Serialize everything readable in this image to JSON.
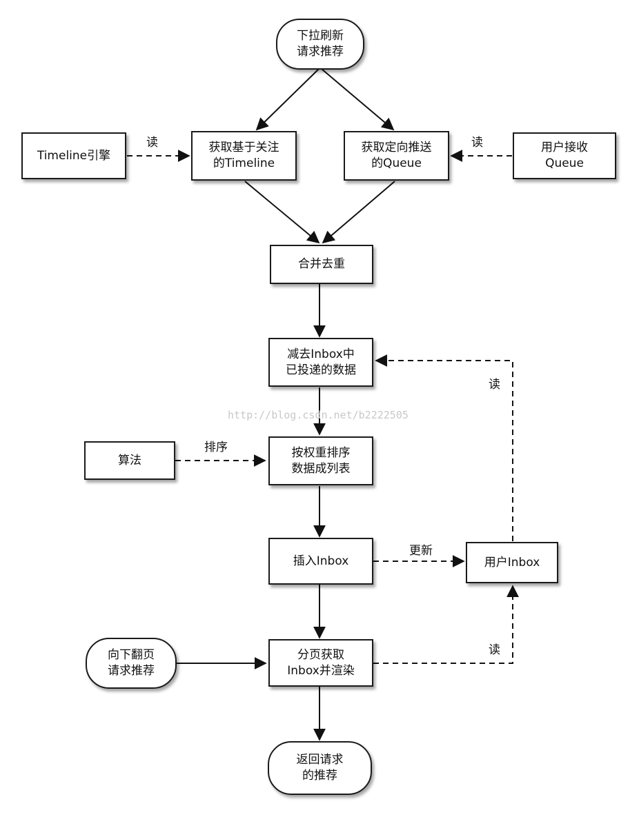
{
  "nodes": {
    "pull_refresh": [
      "下拉刷新",
      "请求推荐"
    ],
    "timeline_engine": [
      "Timeline引擎"
    ],
    "get_timeline": [
      "获取基于关注",
      "的Timeline"
    ],
    "get_queue": [
      "获取定向推送",
      "的Queue"
    ],
    "user_queue": [
      "用户接收",
      "Queue"
    ],
    "merge_dedup": [
      "合并去重"
    ],
    "subtract_inbox": [
      "减去Inbox中",
      "已投递的数据"
    ],
    "algorithm": [
      "算法"
    ],
    "sort_list": [
      "按权重排序",
      "数据成列表"
    ],
    "insert_inbox": [
      "插入Inbox"
    ],
    "user_inbox": [
      "用户Inbox"
    ],
    "page_down": [
      "向下翻页",
      "请求推荐"
    ],
    "paged_fetch": [
      "分页获取",
      "Inbox并渲染"
    ],
    "return_result": [
      "返回请求",
      "的推荐"
    ]
  },
  "edge_labels": {
    "read_timeline": "读",
    "read_queue": "读",
    "read_inbox_upper": "读",
    "sort": "排序",
    "update": "更新",
    "read_inbox_lower": "读"
  },
  "watermark": "http://blog.csdn.net/b2222505"
}
